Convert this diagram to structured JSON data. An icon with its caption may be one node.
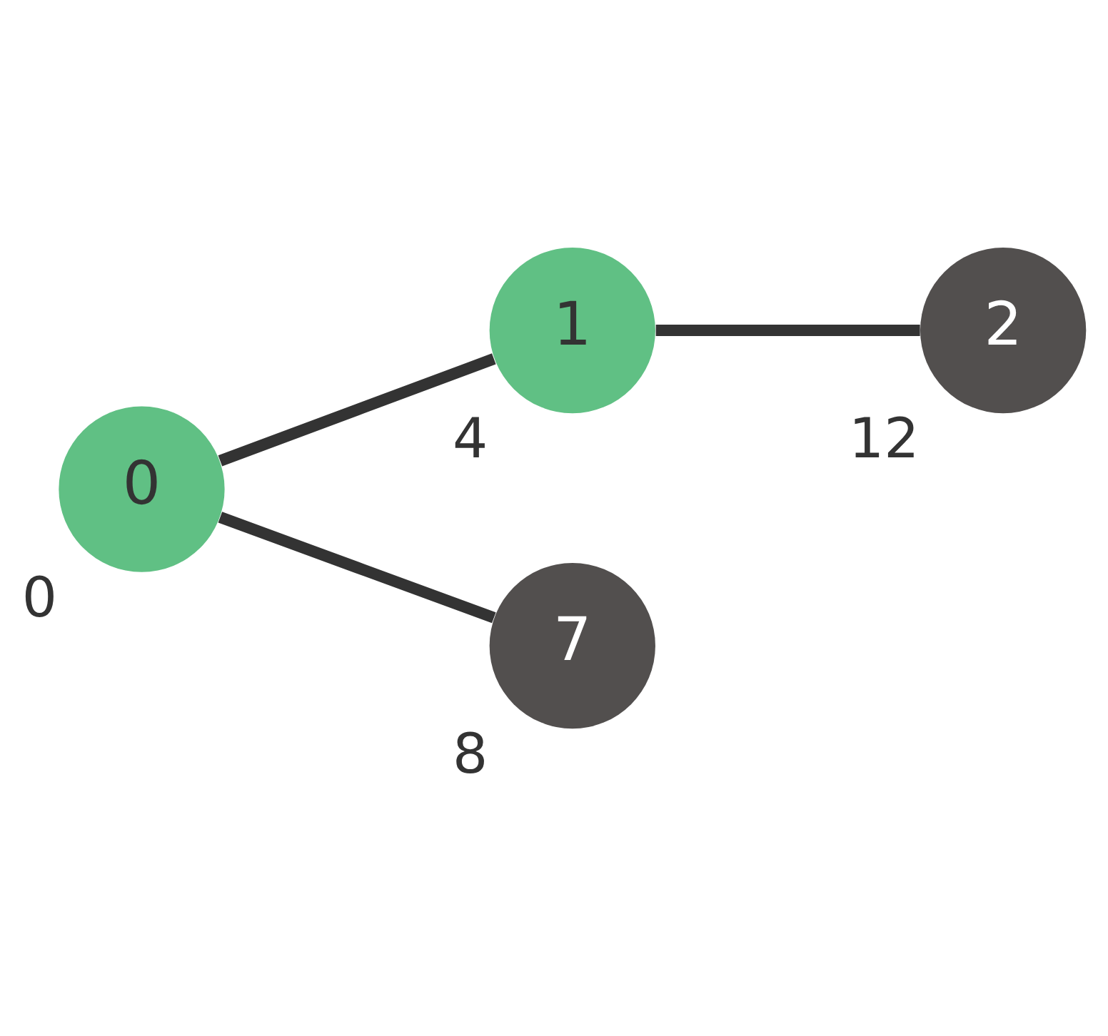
{
  "diagram": {
    "nodes": [
      {
        "text": [
          "1"
        ],
        "beside": [
          "4"
        ]
      },
      {
        "text": [
          "2"
        ],
        "beside": [
          "12"
        ]
      },
      {
        "text": [
          "0"
        ],
        "beside": [
          "0"
        ]
      },
      {
        "text": [
          "7"
        ],
        "beside": [
          "8"
        ]
      }
    ],
    "edges": [
      {
        "from": 2,
        "to": 0,
        "arrow": "none"
      },
      {
        "from": 0,
        "to": 1,
        "arrow": "none"
      },
      {
        "from": 2,
        "to": 3,
        "arrow": "none"
      }
    ]
  }
}
